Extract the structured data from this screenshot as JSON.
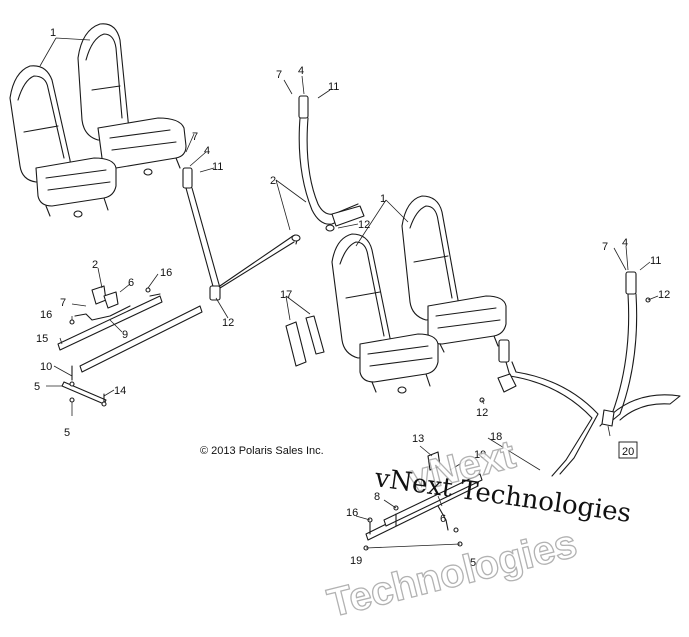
{
  "copyright": "© 2013 Polaris Sales Inc.",
  "watermark": {
    "line1": "vNext Technologies",
    "line2a": "vNext",
    "line2b": "Technologies"
  },
  "callouts": [
    {
      "id": "c1a",
      "label": "1"
    },
    {
      "id": "c7a",
      "label": "7"
    },
    {
      "id": "c4a",
      "label": "4"
    },
    {
      "id": "c11a",
      "label": "11"
    },
    {
      "id": "c7b",
      "label": "7"
    },
    {
      "id": "c4b",
      "label": "4"
    },
    {
      "id": "c11b",
      "label": "11"
    },
    {
      "id": "c2a",
      "label": "2"
    },
    {
      "id": "c12a",
      "label": "12"
    },
    {
      "id": "c1b",
      "label": "1"
    },
    {
      "id": "c2b",
      "label": "2"
    },
    {
      "id": "c16a",
      "label": "16"
    },
    {
      "id": "c6a",
      "label": "6"
    },
    {
      "id": "c7c",
      "label": "7"
    },
    {
      "id": "c16b",
      "label": "16"
    },
    {
      "id": "c9",
      "label": "9"
    },
    {
      "id": "c15",
      "label": "15"
    },
    {
      "id": "c10",
      "label": "10"
    },
    {
      "id": "c5a",
      "label": "5"
    },
    {
      "id": "c14",
      "label": "14"
    },
    {
      "id": "c5b",
      "label": "5"
    },
    {
      "id": "c12b",
      "label": "12"
    },
    {
      "id": "c17",
      "label": "17"
    },
    {
      "id": "c7d",
      "label": "7"
    },
    {
      "id": "c4c",
      "label": "4"
    },
    {
      "id": "c11c",
      "label": "11"
    },
    {
      "id": "c12c",
      "label": "12"
    },
    {
      "id": "c12d",
      "label": "12"
    },
    {
      "id": "c18",
      "label": "18"
    },
    {
      "id": "c20",
      "label": "20"
    },
    {
      "id": "c13",
      "label": "13"
    },
    {
      "id": "c19a",
      "label": "19"
    },
    {
      "id": "c8",
      "label": "8"
    },
    {
      "id": "c16c",
      "label": "16"
    },
    {
      "id": "c6b",
      "label": "6"
    },
    {
      "id": "c19b",
      "label": "19"
    },
    {
      "id": "c5c",
      "label": "5"
    }
  ]
}
